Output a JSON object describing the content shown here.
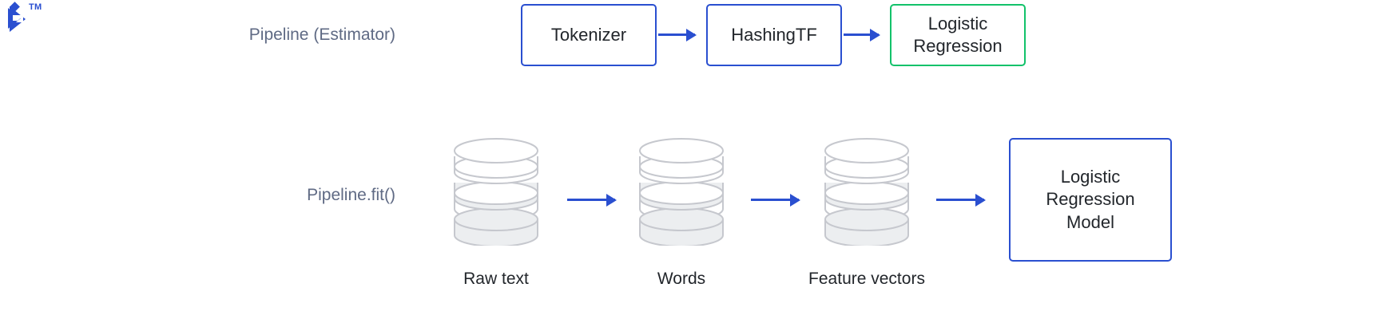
{
  "brand": {
    "logo_icon": "toptal-chevron-logo",
    "trademark": "TM",
    "logo_color": "#2a4fd0"
  },
  "colors": {
    "estimator_border": "#2a4fd0",
    "model_border": "#12c26a",
    "arrow": "#2a4fd0",
    "label_text": "#5f6a84",
    "cylinder_stroke": "#c6c8ce",
    "cylinder_fill_alt": "#eceef0",
    "background": "#ffffff"
  },
  "rows": {
    "estimator": {
      "label": "Pipeline (Estimator)",
      "stages": [
        {
          "name": "tokenizer",
          "label": "Tokenizer",
          "border": "#2a4fd0"
        },
        {
          "name": "hashingtf",
          "label": "HashingTF",
          "border": "#2a4fd0"
        },
        {
          "name": "logreg",
          "label": "Logistic\nRegression",
          "border": "#12c26a"
        }
      ]
    },
    "fit": {
      "label": "Pipeline.fit()",
      "datasets": [
        {
          "name": "raw-text",
          "caption": "Raw text"
        },
        {
          "name": "words",
          "caption": "Words"
        },
        {
          "name": "feature-vectors",
          "caption": "Feature vectors"
        }
      ],
      "output": {
        "name": "logistic-regression-model",
        "label": "Logistic\nRegression\nModel",
        "border": "#2a4fd0"
      }
    }
  }
}
